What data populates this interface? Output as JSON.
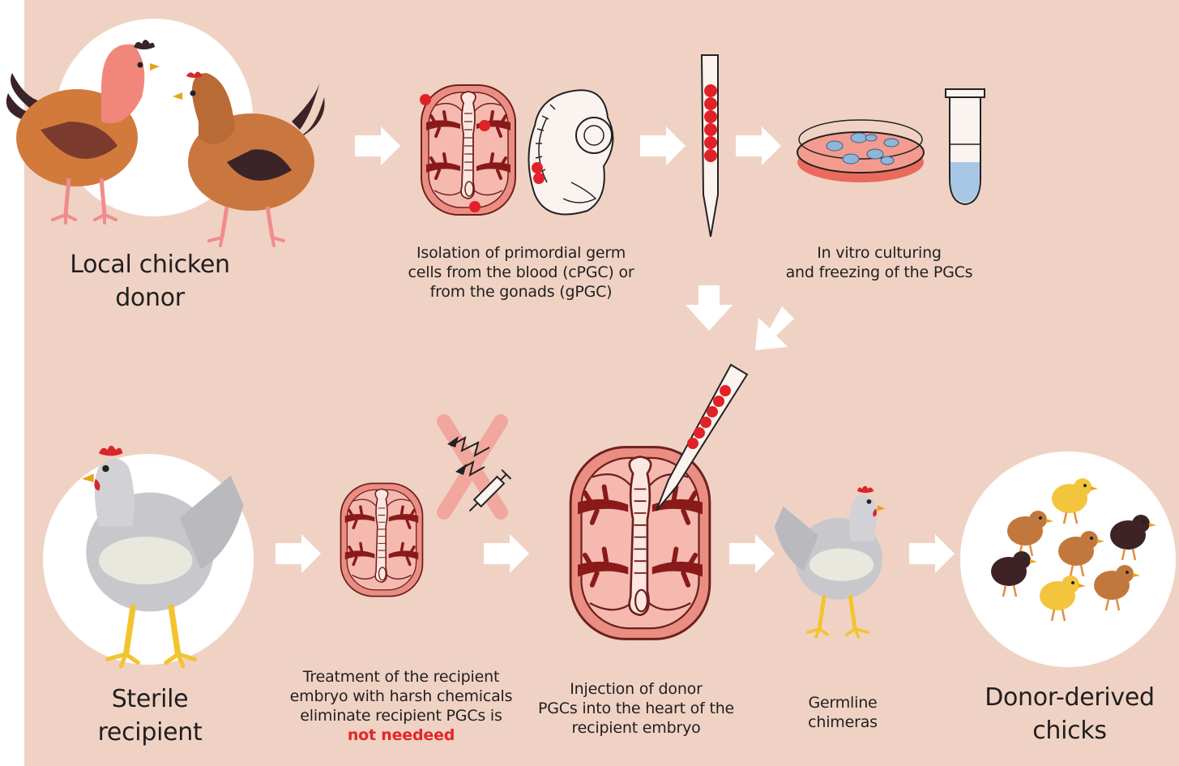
{
  "colors": {
    "background": "#f0d2c4",
    "embryo_fill": "#ea8e84",
    "embryo_inner": "#f5b9b0",
    "blood_vessel": "#8a1a1a",
    "pgc_red": "#e02228",
    "arrow": "#ffffff",
    "highlight_text": "#e5262b",
    "cross_out": "#f1a79d"
  },
  "steps": {
    "donor": {
      "line1": "Local chicken",
      "line2": "donor"
    },
    "isolation": {
      "line1": "Isolation of primordial germ",
      "line2": "cells from the blood (cPGC) or",
      "line3": "from the gonads (gPGC)"
    },
    "culturing": {
      "line1": "In vitro culturing",
      "line2": "and freezing of the PGCs"
    },
    "recipient": {
      "line1": "Sterile",
      "line2": "recipient"
    },
    "treatment": {
      "line1": "Treatment of the recipient",
      "line2": "embryo with harsh chemicals",
      "line3": "eliminate recipient PGCs is",
      "emphasis": "not needeed"
    },
    "injection": {
      "line1": "Injection of donor",
      "line2": "PGCs into the heart of the",
      "line3": "recipient embryo"
    },
    "chimeras": {
      "line1": "Germline",
      "line2": "chimeras"
    },
    "chicks": {
      "line1": "Donor-derived",
      "line2": "chicks"
    }
  },
  "icons": [
    "donor-hens-icon",
    "embryo-icon",
    "embryo-side-icon",
    "pipette-icon",
    "petri-dish-icon",
    "cryo-tube-icon",
    "sterile-hen-icon",
    "crossed-out-treatment-icon",
    "injection-embryo-icon",
    "chimera-hen-icon",
    "chicks-icon"
  ]
}
